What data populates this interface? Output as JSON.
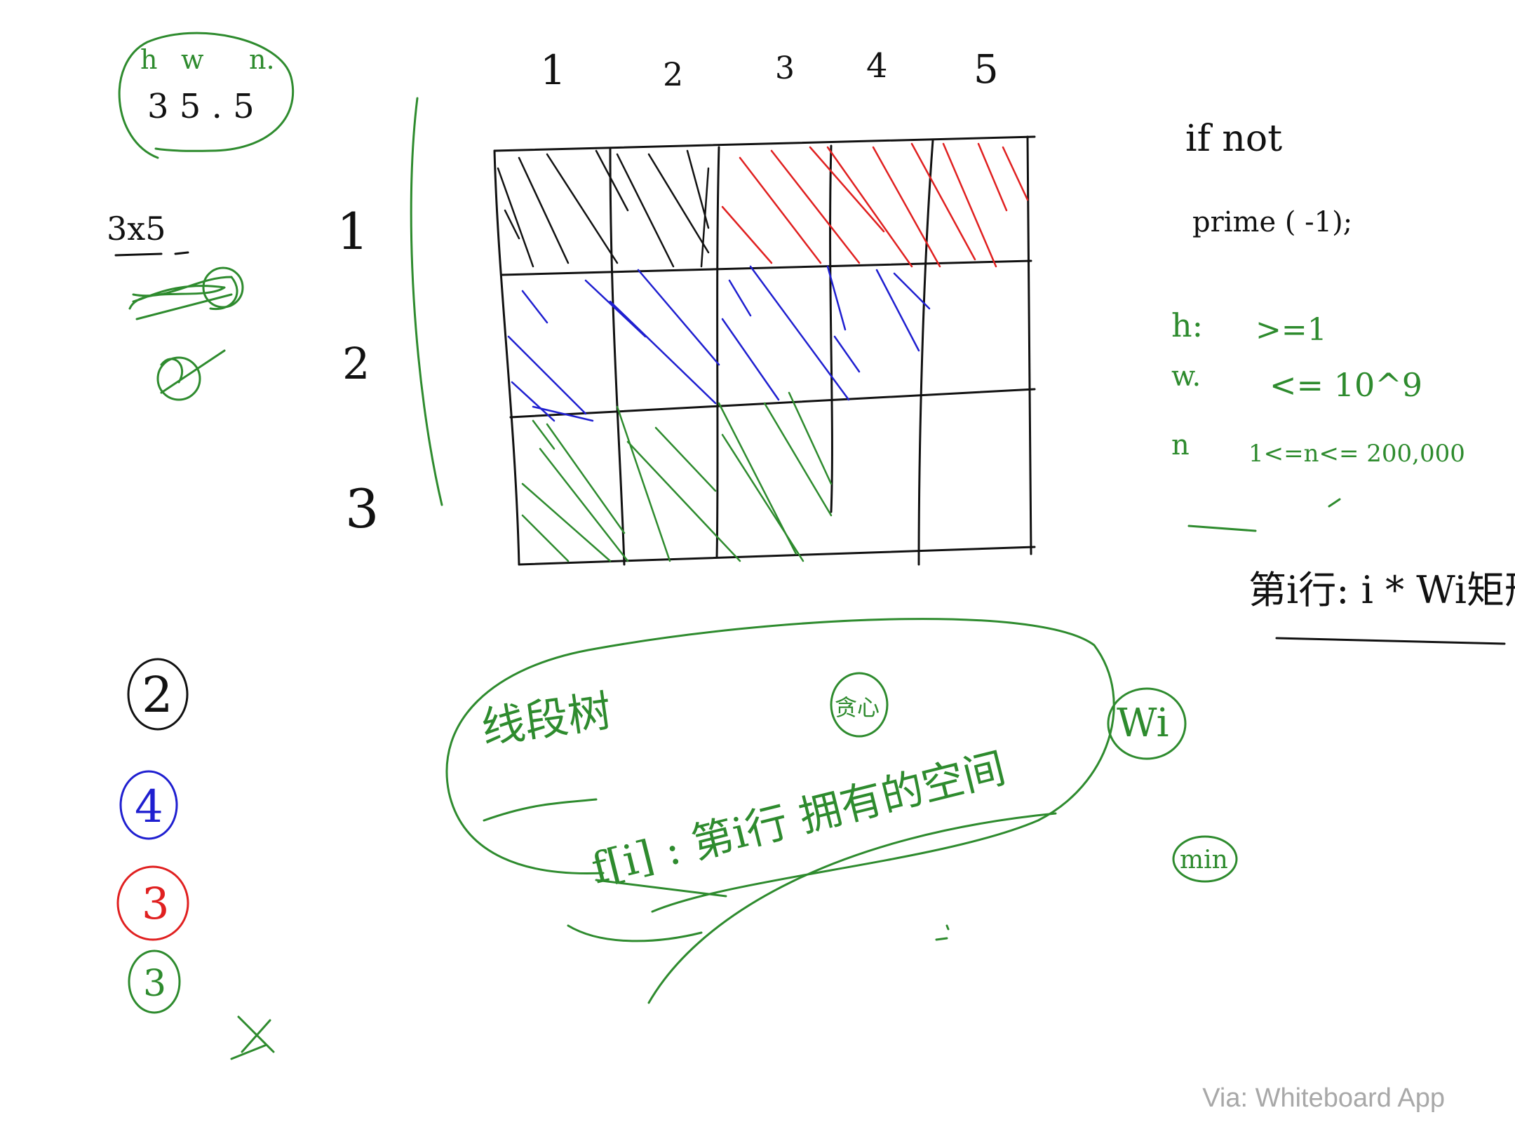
{
  "params": {
    "h_label": "h",
    "w_label": "w",
    "n_label": "n.",
    "values": "3  5 . 5"
  },
  "grid_label": "3x5",
  "columns": [
    "1",
    "2",
    "3",
    "4",
    "5"
  ],
  "rows": [
    "1",
    "2",
    "3"
  ],
  "legend": [
    {
      "value": "2",
      "color": "#111111"
    },
    {
      "value": "4",
      "color": "#1f1fd0"
    },
    {
      "value": "3",
      "color": "#e02020"
    },
    {
      "value": "3",
      "color": "#2e8b2e"
    }
  ],
  "notes": {
    "line1": "if  not",
    "line2": "prime ( -1);",
    "h_constraint_label": "h:",
    "h_constraint": ">=1",
    "w_constraint_label": "w.",
    "w_constraint": "<= 10^9",
    "n_constraint_label": "n",
    "n_constraint": "1<=n<= 200,000",
    "count_line": "第i行: i * Wi矩形"
  },
  "circled_note": {
    "title": "线段树",
    "greedy": "贪心",
    "definition": "f[i] : 第i行 拥有的空间"
  },
  "wi_bubble": "Wi",
  "min_label": "min",
  "watermark": "Via: Whiteboard App",
  "colors": {
    "black": "#111111",
    "green": "#2e8b2e",
    "blue": "#1f1fd0",
    "red": "#e02020"
  }
}
